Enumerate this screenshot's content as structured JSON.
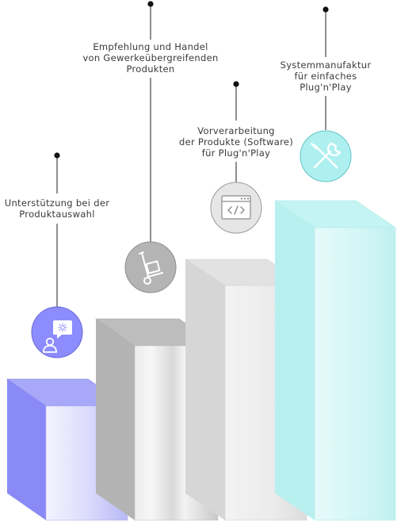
{
  "steps": [
    {
      "lines": [
        "Unterstützung bei der",
        "Produktauswahl"
      ],
      "icon": "support-person-icon",
      "color": "#8c8cff"
    },
    {
      "lines": [
        "Empfehlung und Handel",
        "von Gewerkeübergreifenden",
        "Produkten"
      ],
      "icon": "hand-truck-icon",
      "color": "#b4b4b4"
    },
    {
      "lines": [
        "Vorverarbeitung",
        "der Produkte (Software)",
        "für Plug'n'Play"
      ],
      "icon": "code-window-icon",
      "color": "#d8d8d8"
    },
    {
      "lines": [
        "Systemmanufaktur",
        "für einfaches",
        "Plug'n'Play"
      ],
      "icon": "tools-icon",
      "color": "#aef0f0"
    }
  ]
}
